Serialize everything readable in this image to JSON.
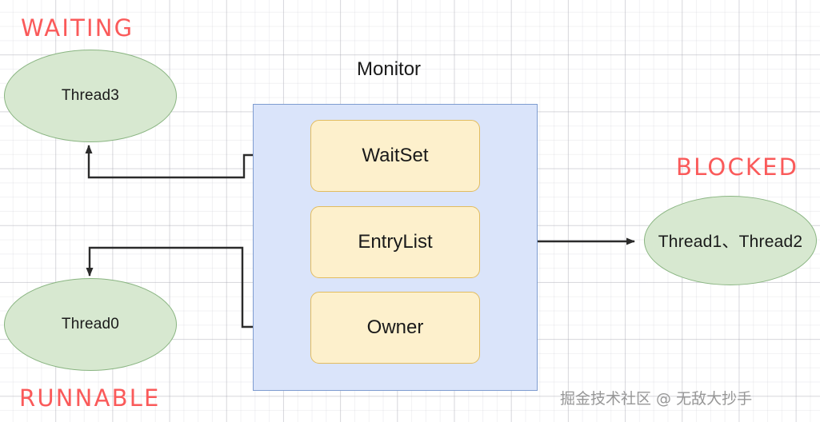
{
  "diagram": {
    "title": "Monitor",
    "states": [
      {
        "id": "waiting",
        "label": "WAITING",
        "color": "#fa5a5a"
      },
      {
        "id": "blocked",
        "label": "BLOCKED",
        "color": "#fa5a5a"
      },
      {
        "id": "runnable",
        "label": "RUNNABLE",
        "color": "#fa5a5a"
      }
    ],
    "threads": [
      {
        "id": "thread3",
        "label": "Thread3",
        "state": "WAITING"
      },
      {
        "id": "thread0",
        "label": "Thread0",
        "state": "RUNNABLE"
      },
      {
        "id": "thread1and2",
        "label": "Thread1、Thread2",
        "state": "BLOCKED"
      }
    ],
    "monitor_slots": [
      {
        "id": "waitset",
        "label": "WaitSet"
      },
      {
        "id": "entrylist",
        "label": "EntryList"
      },
      {
        "id": "owner",
        "label": "Owner"
      }
    ],
    "connections": [
      {
        "id": "waitset-to-thread3",
        "from": "WaitSet",
        "to": "Thread3",
        "direction": "left"
      },
      {
        "id": "owner-to-thread0",
        "from": "Owner",
        "to": "Thread0",
        "direction": "left"
      },
      {
        "id": "entrylist-to-thread1and2",
        "from": "EntryList",
        "to": "Thread1、Thread2",
        "direction": "right"
      }
    ],
    "colors": {
      "ellipse_fill": "#d7e8d0",
      "ellipse_stroke": "#8ab582",
      "monitor_fill": "#dae4fa",
      "monitor_stroke": "#7e9cd0",
      "slot_fill": "#fdf0cc",
      "slot_stroke": "#e2bc5f",
      "state_text": "#fa5a5a",
      "connector": "#2b2b2b"
    }
  },
  "watermark": {
    "text": "掘金技术社区 @ 无敌大抄手"
  }
}
